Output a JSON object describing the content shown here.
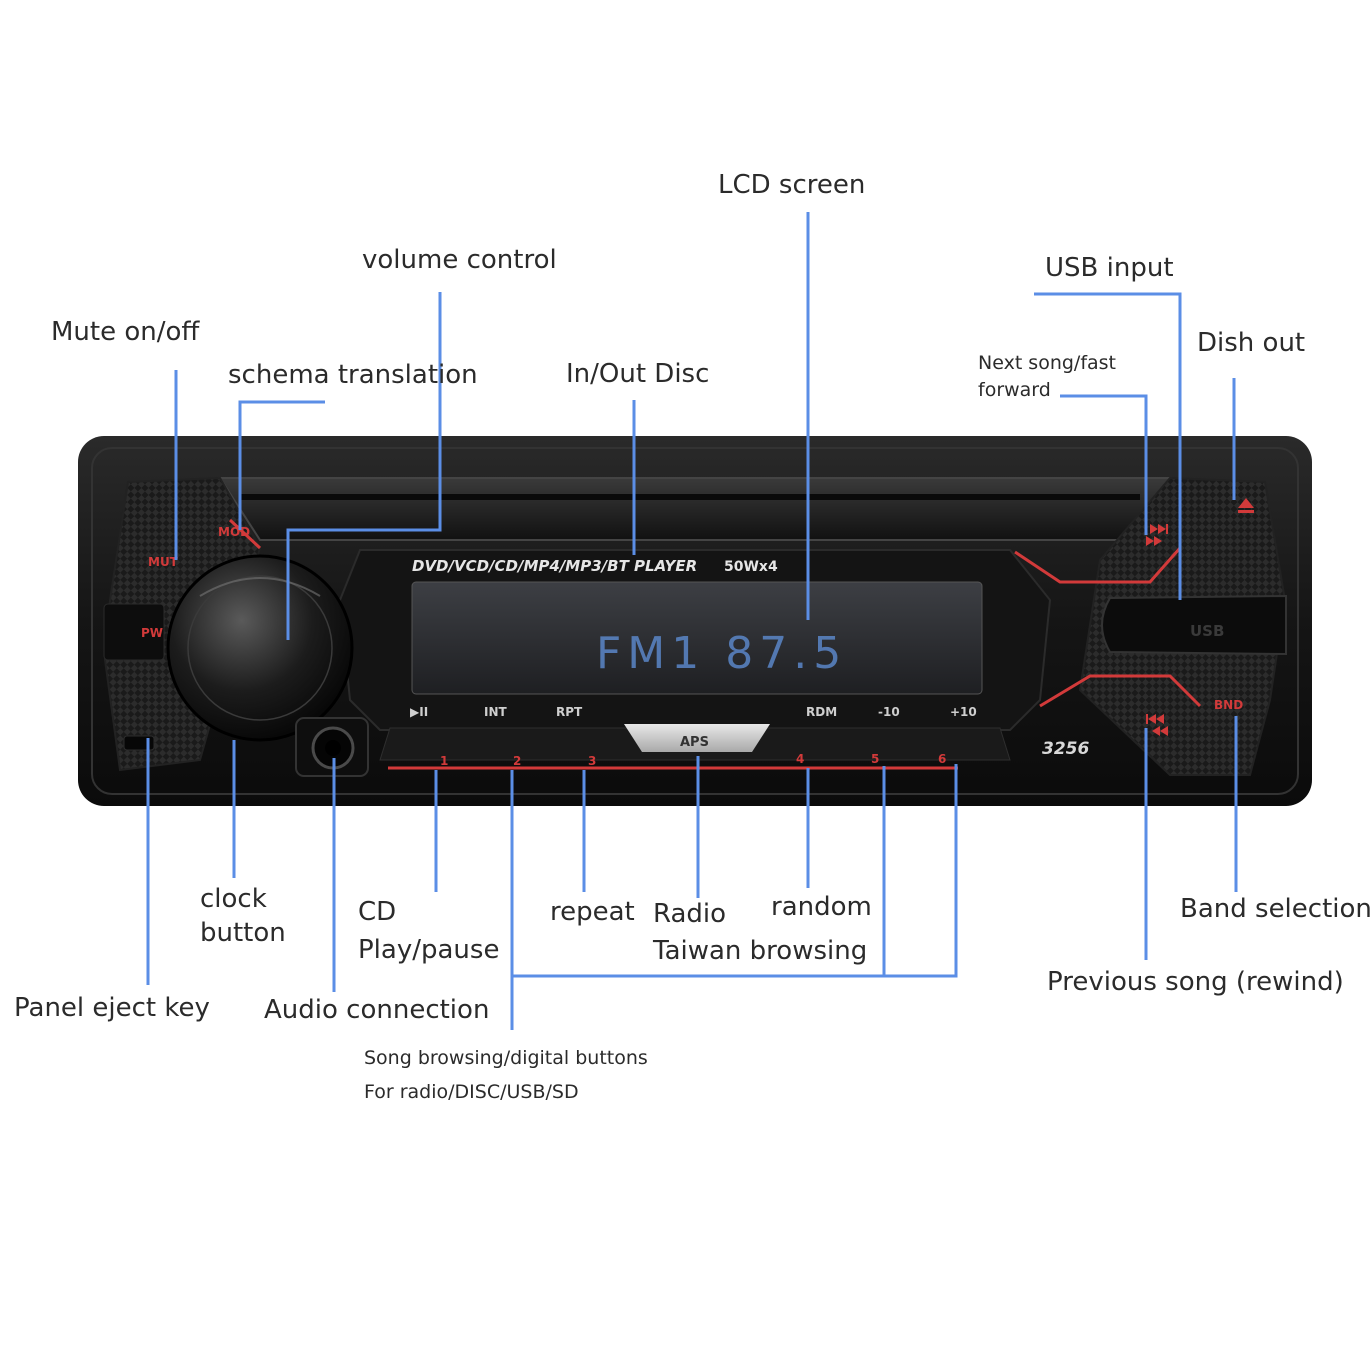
{
  "labels": {
    "lcd_screen": "LCD screen",
    "volume_control": "volume control",
    "usb_input": "USB input",
    "mute": "Mute on/off",
    "schema_translation": "schema translation",
    "in_out_disc": "In/Out Disc",
    "next_song": "Next song/fast\nforward",
    "dish_out": "Dish out",
    "clock_button": "clock\nbutton",
    "cd_play_pause": "CD\nPlay/pause",
    "repeat": "repeat",
    "radio": "Radio",
    "random": "random",
    "taiwan_browsing": "Taiwan browsing",
    "band_selection": "Band selection",
    "panel_eject": "Panel eject key",
    "audio_connection": "Audio connection",
    "previous_song": "Previous song (rewind)",
    "song_browsing": "Song browsing/digital buttons",
    "for_radio": "For radio/DISC/USB/SD"
  },
  "device": {
    "player_title": "DVD/VCD/CD/MP4/MP3/BT PLAYER",
    "power": "50Wx4",
    "lcd_text": "FM1 87.5",
    "model": "3256",
    "mut": "MUT",
    "mod": "MOD",
    "pw": "PW",
    "usb": "USB",
    "bnd": "BND",
    "aps": "APS",
    "buttons": [
      "▶II",
      "INT",
      "RPT",
      "RDM",
      "-10",
      "+10"
    ],
    "numbers": [
      "1",
      "2",
      "3",
      "4",
      "5",
      "6"
    ]
  },
  "colors": {
    "leader": "#5b8ee6",
    "accent_red": "#d23a3a",
    "lcd_blue": "#5a86c8"
  }
}
